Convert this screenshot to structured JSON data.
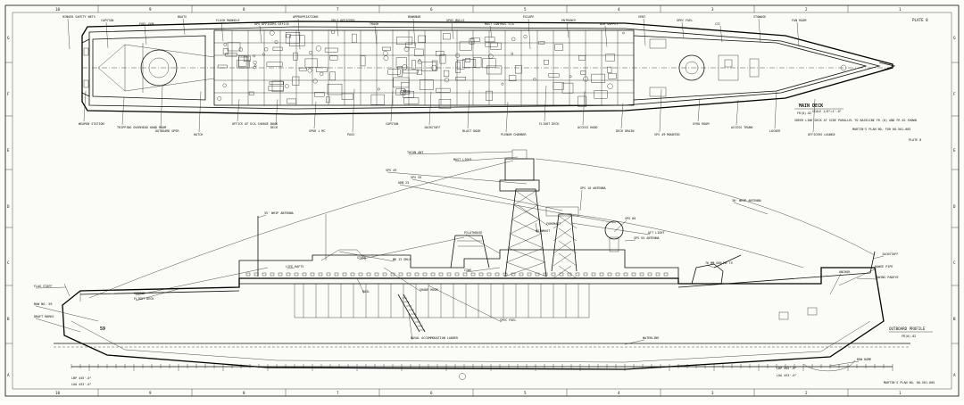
{
  "sheet": {
    "plate": "PLATE 8",
    "plate_bottom": "PLATE 8",
    "border_cols": [
      "10",
      "9",
      "8",
      "7",
      "6",
      "5",
      "4",
      "3",
      "2",
      "1"
    ],
    "border_rows": [
      "G",
      "F",
      "E",
      "D",
      "C",
      "B",
      "A"
    ],
    "main_deck_title": "MAIN DECK",
    "main_deck_scale": "SCALE 1/8\"=1'-0\"",
    "main_deck_sub": "FR(0)-02",
    "main_deck_note": "SHEER LINE DECK AT SIDE PARALLEL TO BASELINE FR (0) AND FR 62 SHOWN",
    "ref_note": "MARTIN'S PLAN NO. FOR 00-501-005",
    "profile_title": "OUTBOARD PROFILE",
    "profile_sub": "FR(0)-02",
    "bottom_note": "MARTIN'S PLAN NO. 00-501-005",
    "hull_number": "59",
    "dim_left": "LBP 445'-0\"",
    "dim_left2": "LOA 453'-0\"",
    "dim_right": "LBP 445'-0\"",
    "dim_right2": "LOA 453'-0\""
  },
  "plan_labels": [
    "HINGED SAFETY NETS",
    "WEAPON STATION",
    "CAPSTAN",
    "TRIPPING OVERHEAD HAND ROOM",
    "FUEL GUN",
    "OUTBOARD OPER",
    "BOATS",
    "HATCH",
    "FLUSH MANHOLE",
    "OFFICE OF DCA CHARGE BOOK",
    "OPS OFFICERS OFFICE",
    "DECK",
    "APPROPRIATIONS",
    "SPKR 1 MC",
    "SPLT OFFICERS",
    "PASS",
    "TRASH",
    "CAPSTAN",
    "BOWKNOB",
    "JACKSTAFF",
    "SPOS BULLS",
    "BLAST DOOR",
    "MAST CONTROL STA",
    "PLENUM CHAMBER",
    "ESCAPE",
    "FLIGHT DECK",
    "ENTRANCE",
    "ACCESS HOOD",
    "AIR SUPPLY",
    "DECK DRAIN",
    "VENT",
    "SPS 49 MOUNTED",
    "SPEC FUEL",
    "GYRO ROOM",
    "CIC",
    "ACCESS TRUNK",
    "STOWAGE",
    "LOCKER",
    "FAN ROOM",
    "OFFICERS LOUNGE"
  ],
  "profile_labels": [
    "35' WHIP ANTENNA",
    "TACAN ANT",
    "MAST LIGHT",
    "SPS 49",
    "SPS 55",
    "URN 25",
    "GPS 10 ANTENNA",
    "30' WHIP ANTENNA",
    "SPG 60",
    "SPS 55 ANTENNA",
    "AFT LIGHT",
    "PILOTHOUSE",
    "MAINMAST",
    "FOREMAST",
    "STACK",
    "76 MM GUN MK 75",
    "MK 13 GMLS",
    "CIWS",
    "HANGAR",
    "FLIGHT DECK",
    "NAVAL ACCOMMODATION LADDER",
    "ANCHOR",
    "BOW DOME",
    "WATERLINE",
    "LIFE RAFTS",
    "RAIL",
    "SPEC FUEL",
    "SHADE ROOM",
    "JACKSTAFF",
    "FLAG STAFF",
    "BOW NO. 59",
    "DRAFT MARKS",
    "TOWING PADEYE",
    "HAWSE PIPE"
  ]
}
